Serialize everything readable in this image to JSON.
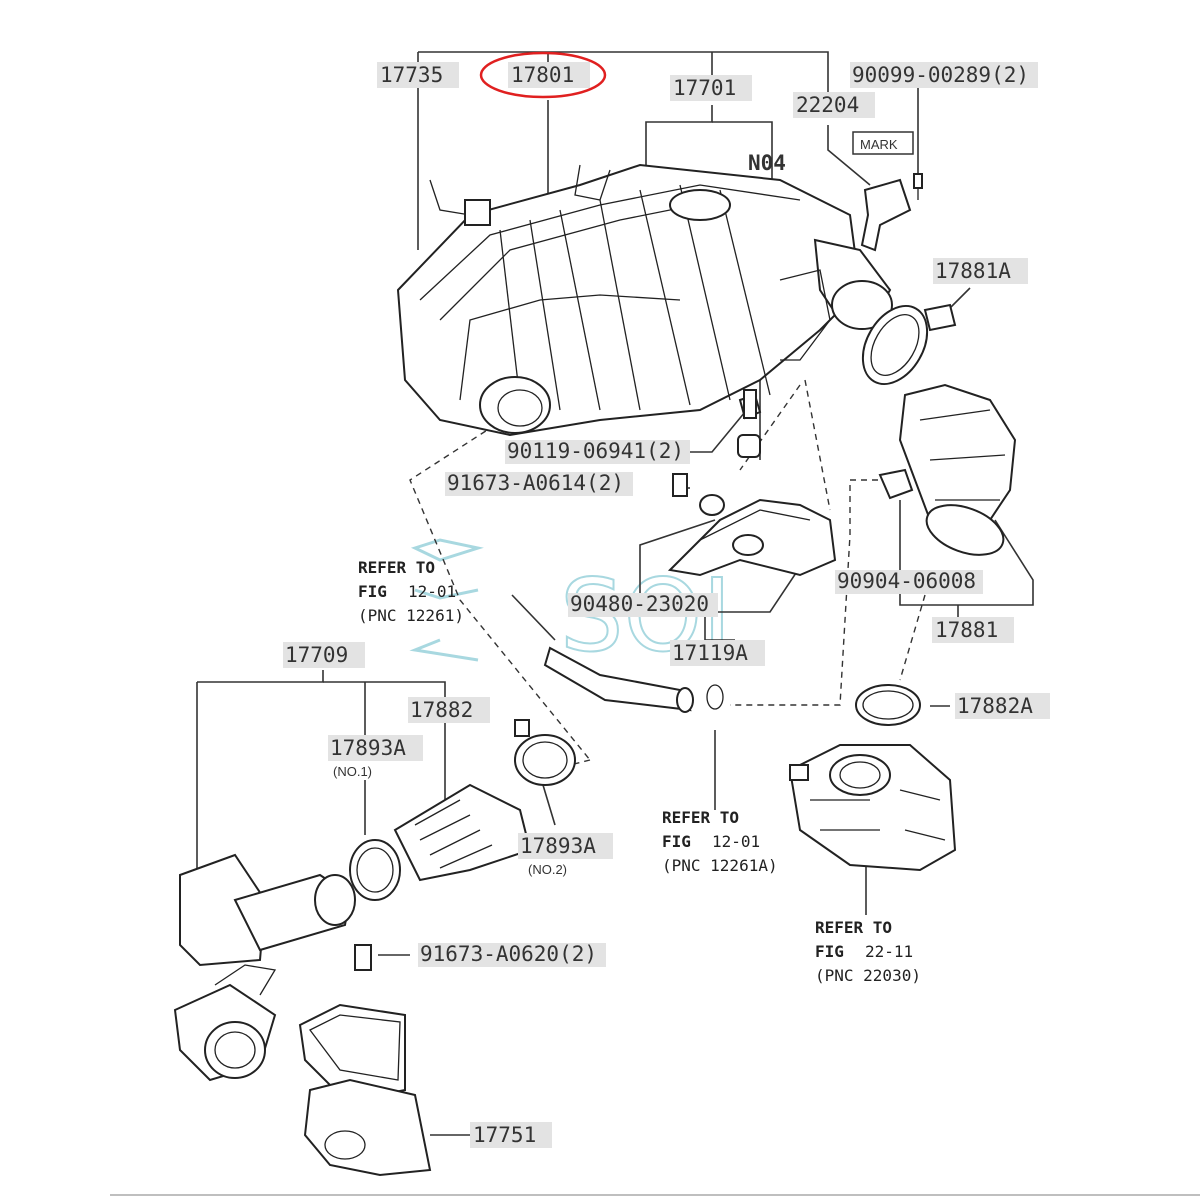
{
  "labels": {
    "p17735": "17735",
    "p17801": "17801",
    "p17701": "17701",
    "p900990": "90099-00289(2)",
    "p22204": "22204",
    "mark": "MARK",
    "n04": "N04",
    "p17881A": "17881A",
    "p901190": "90119-06941(2)",
    "p91673a": "91673-A0614(2)",
    "p90904": "90904-06008",
    "p90480": "90480-23020",
    "p17881": "17881",
    "p17119A": "17119A",
    "p17709": "17709",
    "p17882": "17882",
    "p17893A1": "17893A",
    "no1": "(NO.1)",
    "p17893A2": "17893A",
    "no2": "(NO.2)",
    "p17882A": "17882A",
    "p91673b": "91673-A0620(2)",
    "p17751": "17751"
  },
  "refs": [
    {
      "line1": "REFER TO",
      "line2a": "FIG",
      "line2b": "12-01",
      "line3": "(PNC 12261)"
    },
    {
      "line1": "REFER TO",
      "line2a": "FIG",
      "line2b": "12-01",
      "line3": "(PNC 12261A)"
    },
    {
      "line1": "REFER TO",
      "line2a": "FIG",
      "line2b": "22-11",
      "line3": "(PNC 22030)"
    }
  ],
  "watermark": "SOL",
  "highlight_color": "#e02020",
  "watermark_color": "#a8d8e0"
}
